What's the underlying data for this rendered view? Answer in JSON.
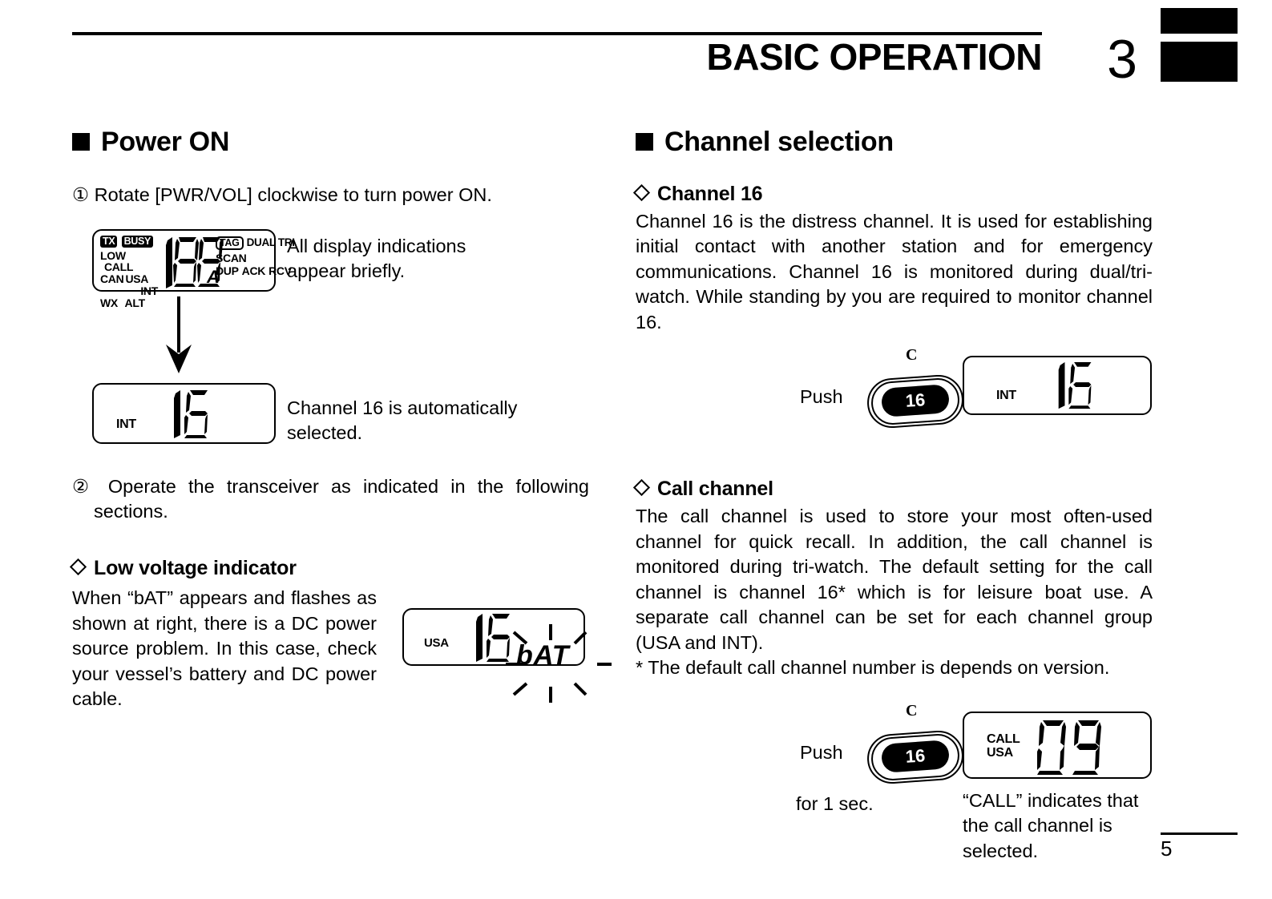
{
  "header": {
    "title": "BASIC OPERATION",
    "chapter": "3"
  },
  "footer": {
    "page_number": "5"
  },
  "left_column": {
    "section_title": "Power ON",
    "step1": "① Rotate [PWR/VOL] clockwise to turn power ON.",
    "caption_all_indications": "All display indications appear briefly.",
    "caption_ch16_auto": "Channel 16 is automatically selected.",
    "step2": "② Operate the transceiver as indicated in the following sections.",
    "subsection_low_voltage": "Low voltage indicator",
    "low_voltage_body": "When “bAT” appears and flashes as shown at right, there is a DC power source problem. In this case, check your vessel’s battery and DC power cable."
  },
  "right_column": {
    "section_title": "Channel selection",
    "subsection_channel16": "Channel 16",
    "channel16_body": "Channel 16 is the distress channel. It is used for establishing initial contact with another station and for emergency communications. Channel 16 is monitored during dual/tri-watch. While standing by you are required to monitor channel 16.",
    "subsection_call_channel": "Call channel",
    "call_channel_body": "The call channel is used to store your most often-used channel for quick recall. In addition, the call channel is monitored during tri-watch. The default setting for the call channel is channel 16* which is for leisure boat use. A separate call channel can be set for each channel group (USA and INT).",
    "call_channel_note": "* The default call channel number is depends on version.",
    "push_label_1": "Push",
    "push_label_2": "Push",
    "push_duration": "for 1 sec.",
    "call_caption": "“CALL” indicates that the call channel is selected."
  },
  "displays": {
    "all_segments": {
      "annunciators_left": [
        "TX",
        "BUSY",
        "LOW",
        "CALL",
        "CAN",
        "USA",
        "INT",
        "WX",
        "ALT"
      ],
      "annunciators_right": [
        "TAG",
        "DUAL",
        "TRI",
        "SCAN",
        "DUP",
        "ACK",
        "RCV"
      ],
      "digits": "188",
      "suffix": "A"
    },
    "channel16_int": {
      "annunciator": "INT",
      "digits": "16"
    },
    "low_battery": {
      "annunciator": "USA",
      "digits": "16",
      "alert_text": "bAT"
    },
    "channel16_push_result": {
      "annunciator": "INT",
      "digits": "16"
    },
    "call_channel_result": {
      "annunciator_line1": "CALL",
      "annunciator_line2": "USA",
      "digits": "09"
    }
  },
  "buttons": {
    "ch16_button_label": "16",
    "ch16_button_top_marker": "C",
    "ch16_button_side_marker": "c"
  }
}
